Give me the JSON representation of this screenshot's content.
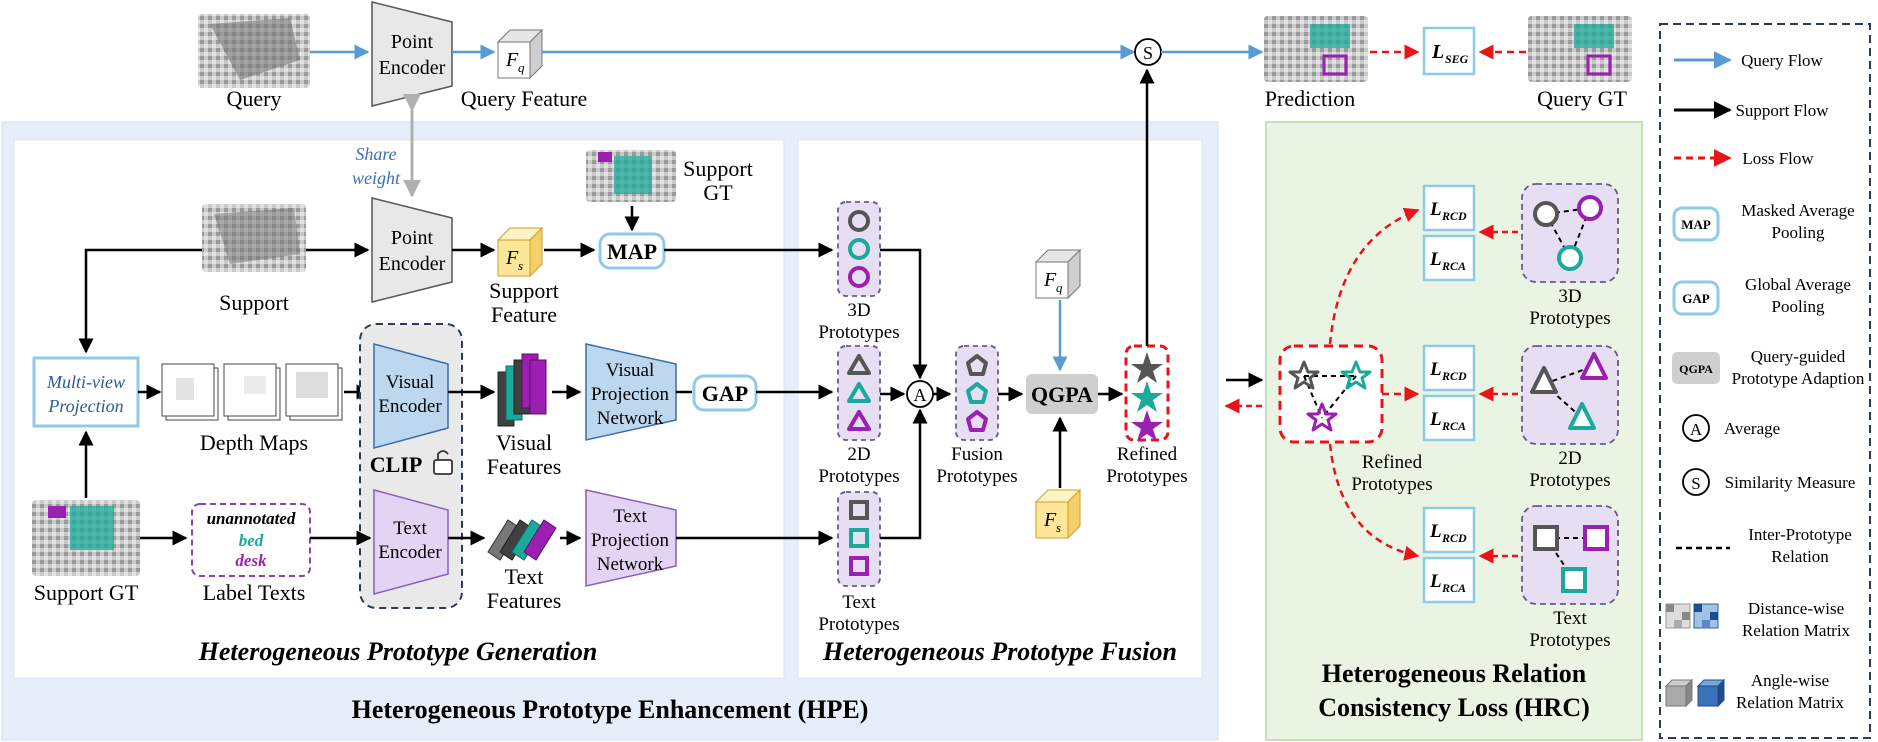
{
  "labels": {
    "query": "Query",
    "point_encoder_1": "Point",
    "point_encoder_2": "Encoder",
    "fq": "F",
    "fq_sub": "q",
    "query_feature": "Query Feature",
    "share_weight_1": "Share",
    "share_weight_2": "weight",
    "support": "Support",
    "fs": "F",
    "fs_sub": "s",
    "support_feature_1": "Support",
    "support_feature_2": "Feature",
    "support_gt_1": "Support",
    "support_gt_2": "GT",
    "map": "MAP",
    "multiview_1": "Multi-view",
    "multiview_2": "Projection",
    "depth_maps": "Depth Maps",
    "visual_encoder_1": "Visual",
    "visual_encoder_2": "Encoder",
    "text_encoder_1": "Text",
    "text_encoder_2": "Encoder",
    "clip": "CLIP",
    "visual_features_1": "Visual",
    "visual_features_2": "Features",
    "text_features_1": "Text",
    "text_features_2": "Features",
    "vpn_1": "Visual",
    "vpn_2": "Projection",
    "vpn_3": "Network",
    "tpn_1": "Text",
    "tpn_2": "Projection",
    "tpn_3": "Network",
    "gap": "GAP",
    "support_gt_bottom": "Support GT",
    "label_text_1": "unannotated",
    "label_text_2": "bed",
    "label_text_3": "desk",
    "label_texts": "Label Texts",
    "hpg": "Heterogeneous Prototype Generation",
    "hpf": "Heterogeneous Prototype Fusion",
    "hpe": "Heterogeneous Prototype Enhancement (HPE)",
    "proto3d_1": "3D",
    "proto3d_2": "Prototypes",
    "proto2d_1": "2D",
    "proto2d_2": "Prototypes",
    "prototext_1": "Text",
    "prototext_2": "Prototypes",
    "fusion_1": "Fusion",
    "fusion_2": "Prototypes",
    "qgpa": "QGPA",
    "refined_1": "Refined",
    "refined_2": "Prototypes",
    "avg_symbol": "A",
    "sim_symbol": "S",
    "prediction": "Prediction",
    "query_gt": "Query GT",
    "lseg": "L",
    "lseg_sub": "SEG",
    "lrcd": "L",
    "lrcd_sub": "RCD",
    "lrca": "L",
    "lrca_sub": "RCA",
    "hrc_1": "Heterogeneous Relation",
    "hrc_2": "Consistency Loss (HRC)"
  },
  "legend": {
    "query_flow": "Query Flow",
    "support_flow": "Support Flow",
    "loss_flow": "Loss Flow",
    "map_abbr": "MAP",
    "map_1": "Masked Average",
    "map_2": "Pooling",
    "gap_abbr": "GAP",
    "gap_1": "Global Average",
    "gap_2": "Pooling",
    "qgpa_abbr": "QGPA",
    "qgpa_1": "Query-guided",
    "qgpa_2": "Prototype Adaption",
    "avg_symbol": "A",
    "average": "Average",
    "sim_symbol": "S",
    "similarity": "Similarity Measure",
    "inter_1": "Inter-Prototype",
    "inter_2": "Relation",
    "dist_1": "Distance-wise",
    "dist_2": "Relation Matrix",
    "angle_1": "Angle-wise",
    "angle_2": "Relation Matrix"
  },
  "colors": {
    "query_flow": "#5b9bd5",
    "support_flow": "#000000",
    "loss_flow": "#e8141a",
    "hpe_bg": "#e6eff9",
    "hrc_bg": "#eaf4e2",
    "teal": "#1aa99a",
    "purple": "#9b1fb0",
    "gray_shape": "#555555",
    "visual_encoder": "#bdd7ee",
    "text_encoder": "#e3d4f3",
    "feature_yellow": "#ffe699",
    "module_blue_border": "#8ecbe8"
  }
}
